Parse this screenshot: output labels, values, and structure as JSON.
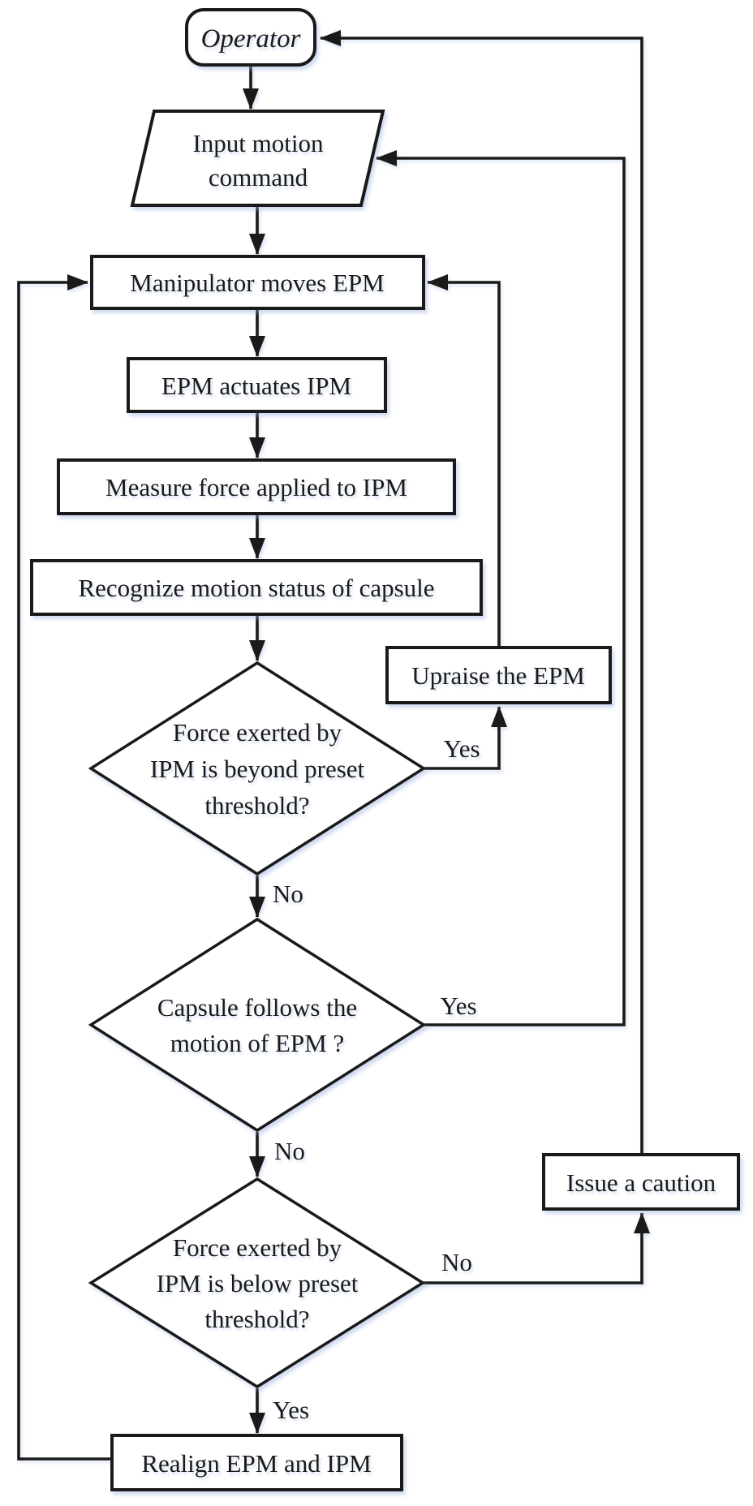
{
  "diagram": {
    "description": "Flowchart of magnetic capsule manipulation control",
    "colors": {
      "line": "#1a1a1a",
      "node_fill": "#ffffff",
      "shadow": "#94aede"
    },
    "nodes": {
      "operator": {
        "type": "terminator",
        "label": "Operator"
      },
      "input_command": {
        "type": "input-output",
        "lines": [
          "Input motion",
          "command"
        ]
      },
      "manipulator_moves_epm": {
        "type": "process",
        "label": "Manipulator moves EPM"
      },
      "epm_actuates_ipm": {
        "type": "process",
        "label": "EPM actuates IPM"
      },
      "measure_force": {
        "type": "process",
        "label": "Measure force applied to IPM"
      },
      "recognize_motion": {
        "type": "process",
        "label": "Recognize motion status of capsule"
      },
      "decision_force_beyond": {
        "type": "decision",
        "lines": [
          "Force exerted by",
          "IPM is beyond preset",
          "threshold?"
        ]
      },
      "upraise_epm": {
        "type": "process",
        "label": "Upraise the EPM"
      },
      "decision_capsule_follows": {
        "type": "decision",
        "lines": [
          "Capsule follows the",
          "motion of EPM ?"
        ]
      },
      "decision_force_below": {
        "type": "decision",
        "lines": [
          "Force exerted by",
          "IPM is below preset",
          "threshold?"
        ]
      },
      "issue_caution": {
        "type": "process",
        "label": "Issue a caution"
      },
      "realign": {
        "type": "process",
        "label": "Realign EPM and IPM"
      }
    },
    "edge_labels": {
      "d1_yes": "Yes",
      "d1_no": "No",
      "d2_yes": "Yes",
      "d2_no": "No",
      "d3_no": "No",
      "d3_yes": "Yes"
    }
  }
}
